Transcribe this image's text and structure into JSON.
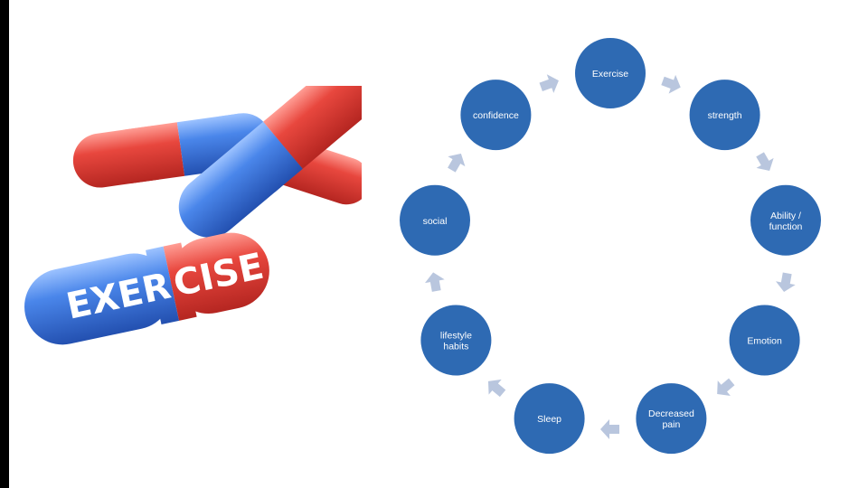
{
  "slide": {
    "pill_text_left": "EXER",
    "pill_text_right": "CISE",
    "colors": {
      "node": "#2e6ab3",
      "node_stroke": "#ffffff",
      "arrow": "#b9c6de",
      "pill_blue": "#3b79de",
      "pill_red": "#e0453d"
    }
  },
  "cycle": {
    "nodes": [
      {
        "label_lines": [
          "Exercise"
        ]
      },
      {
        "label_lines": [
          "strength"
        ]
      },
      {
        "label_lines": [
          "Ability /",
          "function"
        ]
      },
      {
        "label_lines": [
          "Emotion"
        ]
      },
      {
        "label_lines": [
          "Decreased",
          "pain"
        ]
      },
      {
        "label_lines": [
          "Sleep"
        ]
      },
      {
        "label_lines": [
          "lifestyle",
          "habits"
        ]
      },
      {
        "label_lines": [
          "social"
        ]
      },
      {
        "label_lines": [
          "confidence"
        ]
      }
    ]
  }
}
